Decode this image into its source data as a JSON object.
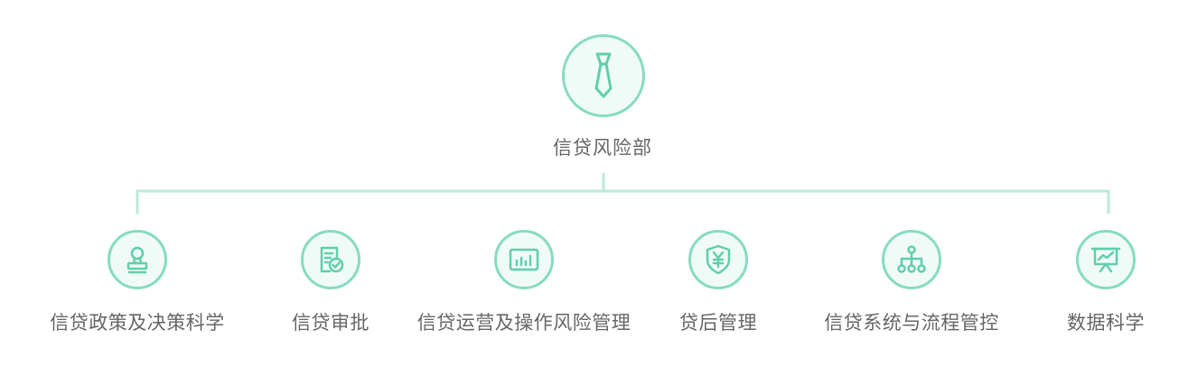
{
  "colors": {
    "accent": "#5fcfab",
    "node_border": "#86dcc0",
    "node_fill": "#f0fbf7",
    "connector": "#bde9da",
    "text": "#666666"
  },
  "root": {
    "label": "信贷风险部",
    "icon": "tie-icon"
  },
  "children": [
    {
      "label": "信贷政策及决策科学",
      "icon": "stamp-icon"
    },
    {
      "label": "信贷审批",
      "icon": "document-check-icon"
    },
    {
      "label": "信贷运营及操作风险管理",
      "icon": "bar-chart-icon"
    },
    {
      "label": "贷后管理",
      "icon": "yen-shield-icon"
    },
    {
      "label": "信贷系统与流程管控",
      "icon": "hierarchy-icon"
    },
    {
      "label": "数据科学",
      "icon": "presentation-board-icon"
    }
  ]
}
